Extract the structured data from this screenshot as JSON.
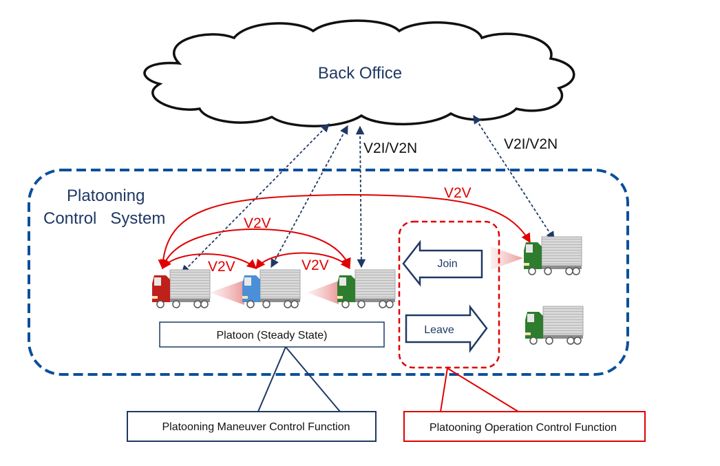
{
  "cloud": {
    "label": "Back Office"
  },
  "links": {
    "v2i_left": "V2I/V2N",
    "v2i_right": "V2I/V2N"
  },
  "system": {
    "title_line1": "Platooning",
    "title_line2": "Control   System"
  },
  "v2v": {
    "long": "V2V",
    "mid": "V2V",
    "short1": "V2V",
    "short2": "V2V"
  },
  "actions": {
    "join": "Join",
    "leave": "Leave"
  },
  "platoon": {
    "label": "Platoon (Steady State)"
  },
  "functions": {
    "maneuver": "Platooning Maneuver Control Function",
    "operation": "Platooning Operation Control Function"
  },
  "colors": {
    "accent_blue": "#0b4f9c",
    "navy": "#1f3864",
    "red": "#e00000",
    "truck_red": "#c0201a",
    "truck_blue": "#4a8fd8",
    "truck_green": "#2e7d2e"
  }
}
